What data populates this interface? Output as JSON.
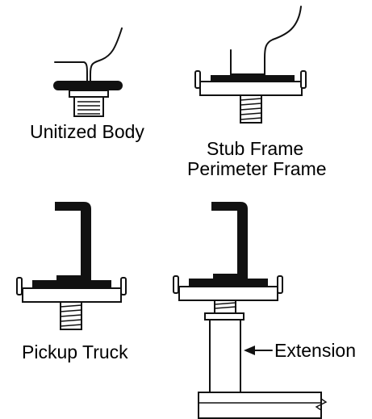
{
  "labels": {
    "unitized_body": "Unitized Body",
    "stub_frame": "Stub Frame",
    "perimeter_frame": "Perimeter Frame",
    "pickup_truck": "Pickup Truck",
    "extension": "Extension"
  },
  "colors": {
    "ink": "#111111",
    "background": "#ffffff"
  }
}
